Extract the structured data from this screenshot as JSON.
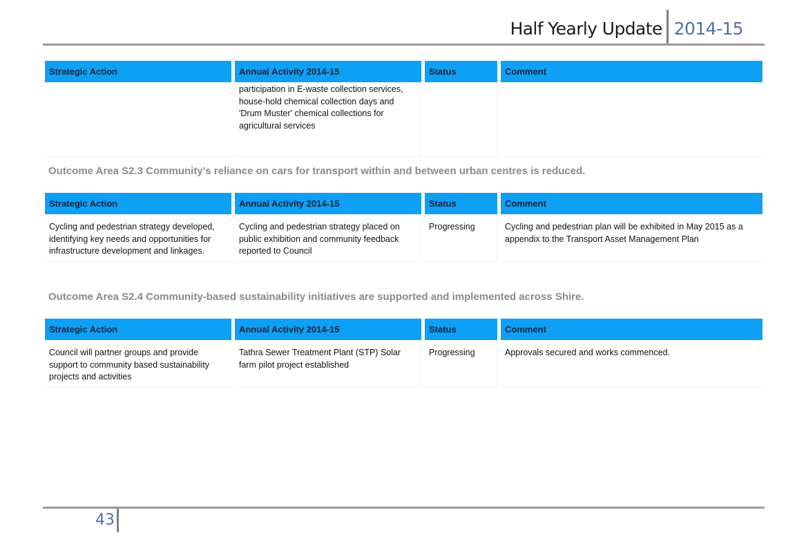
{
  "header": {
    "title": "Half Yearly Update",
    "year": "2014-15"
  },
  "columns": {
    "strategic_action": "Strategic Action",
    "annual_activity": "Annual Activity 2014-15",
    "status": "Status",
    "comment": "Comment"
  },
  "table1": {
    "row": {
      "strategic_action": "",
      "activity": "participation in E-waste collection services, house-hold chemical collection days and 'Drum Muster' chemical collections for agricultural services",
      "status": "",
      "comment": ""
    }
  },
  "outcome_s23": {
    "title": "Outcome Area S2.3 Community’s reliance on cars for transport within and between urban centres is reduced."
  },
  "table2": {
    "row": {
      "strategic_action": "Cycling and pedestrian strategy developed, identifying key needs and opportunities for infrastructure development and linkages.",
      "activity": "Cycling and pedestrian strategy placed on public exhibition and community feedback reported to Council",
      "status": "Progressing",
      "comment": "Cycling and pedestrian plan will be exhibited in May 2015 as a appendix to the Transport Asset Management Plan"
    }
  },
  "outcome_s24": {
    "title": "Outcome Area S2.4 Community-based sustainability initiatives are supported and implemented across Shire."
  },
  "table3": {
    "row": {
      "strategic_action": "Council will partner groups and provide support to community based sustainability projects and activities",
      "activity": "Tathra Sewer Treatment Plant (STP) Solar farm pilot project established",
      "status": "Progressing",
      "comment": "Approvals secured and works commenced."
    }
  },
  "footer": {
    "page_number": "43"
  }
}
